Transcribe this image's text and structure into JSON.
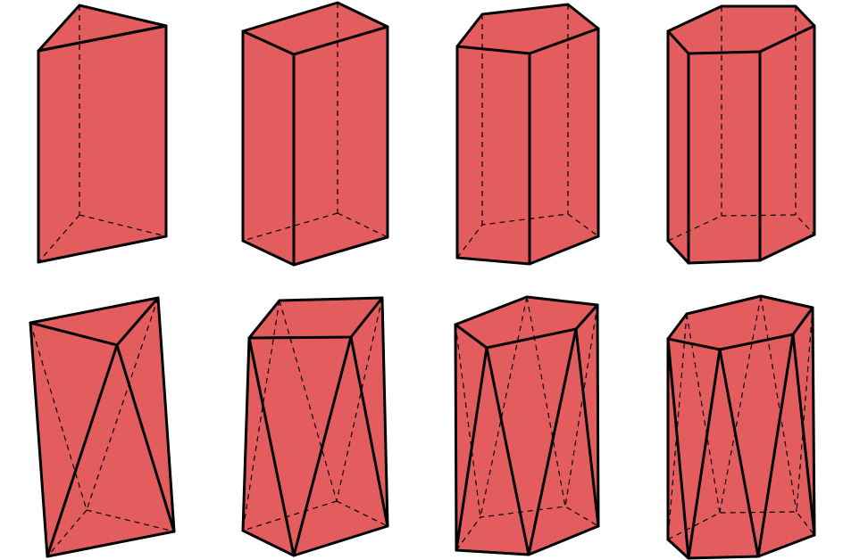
{
  "figure": {
    "fill_color": "#e35d5e",
    "edge_color": "#000000",
    "shapes": [
      {
        "row": 1,
        "kind": "prism",
        "base_sides": 3
      },
      {
        "row": 1,
        "kind": "prism",
        "base_sides": 4
      },
      {
        "row": 1,
        "kind": "prism",
        "base_sides": 5
      },
      {
        "row": 1,
        "kind": "prism",
        "base_sides": 6
      },
      {
        "row": 2,
        "kind": "antiprism",
        "base_sides": 3
      },
      {
        "row": 2,
        "kind": "antiprism",
        "base_sides": 4
      },
      {
        "row": 2,
        "kind": "antiprism",
        "base_sides": 5
      },
      {
        "row": 2,
        "kind": "antiprism",
        "base_sides": 6
      }
    ]
  }
}
